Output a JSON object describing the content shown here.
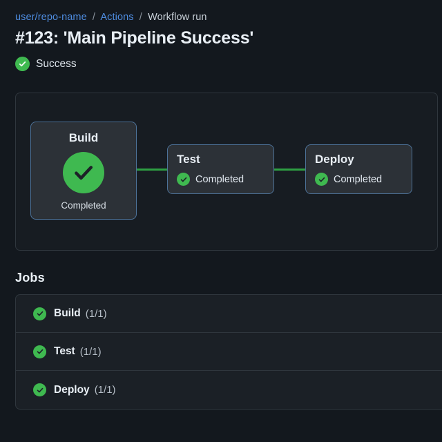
{
  "breadcrumb": {
    "repo": "user/repo-name",
    "sep": "/",
    "actions": "Actions",
    "current": "Workflow run"
  },
  "run": {
    "title": "#123: 'Main Pipeline Success'",
    "status": "Success",
    "status_icon": "check-circle-icon"
  },
  "colors": {
    "success_green": "#3fb950",
    "edge_green": "#2ea043",
    "link_blue": "#4e8ce0",
    "node_border": "#4d7299",
    "panel_border": "#2f363d",
    "background": "#13181e"
  },
  "pipeline": {
    "nodes": [
      {
        "name": "Build",
        "status": "Completed",
        "icon": "check-circle-icon",
        "size": "large"
      },
      {
        "name": "Test",
        "status": "Completed",
        "icon": "check-circle-icon",
        "size": "small"
      },
      {
        "name": "Deploy",
        "status": "Completed",
        "icon": "check-circle-icon",
        "size": "small"
      }
    ],
    "edges": [
      {
        "from": "Build",
        "to": "Test"
      },
      {
        "from": "Test",
        "to": "Deploy"
      }
    ]
  },
  "jobs": {
    "heading": "Jobs",
    "rows": [
      {
        "name": "Build",
        "count": "(1/1)",
        "icon": "check-circle-icon"
      },
      {
        "name": "Test",
        "count": "(1/1)",
        "icon": "check-circle-icon"
      },
      {
        "name": "Deploy",
        "count": "(1/1)",
        "icon": "check-circle-icon"
      }
    ]
  }
}
